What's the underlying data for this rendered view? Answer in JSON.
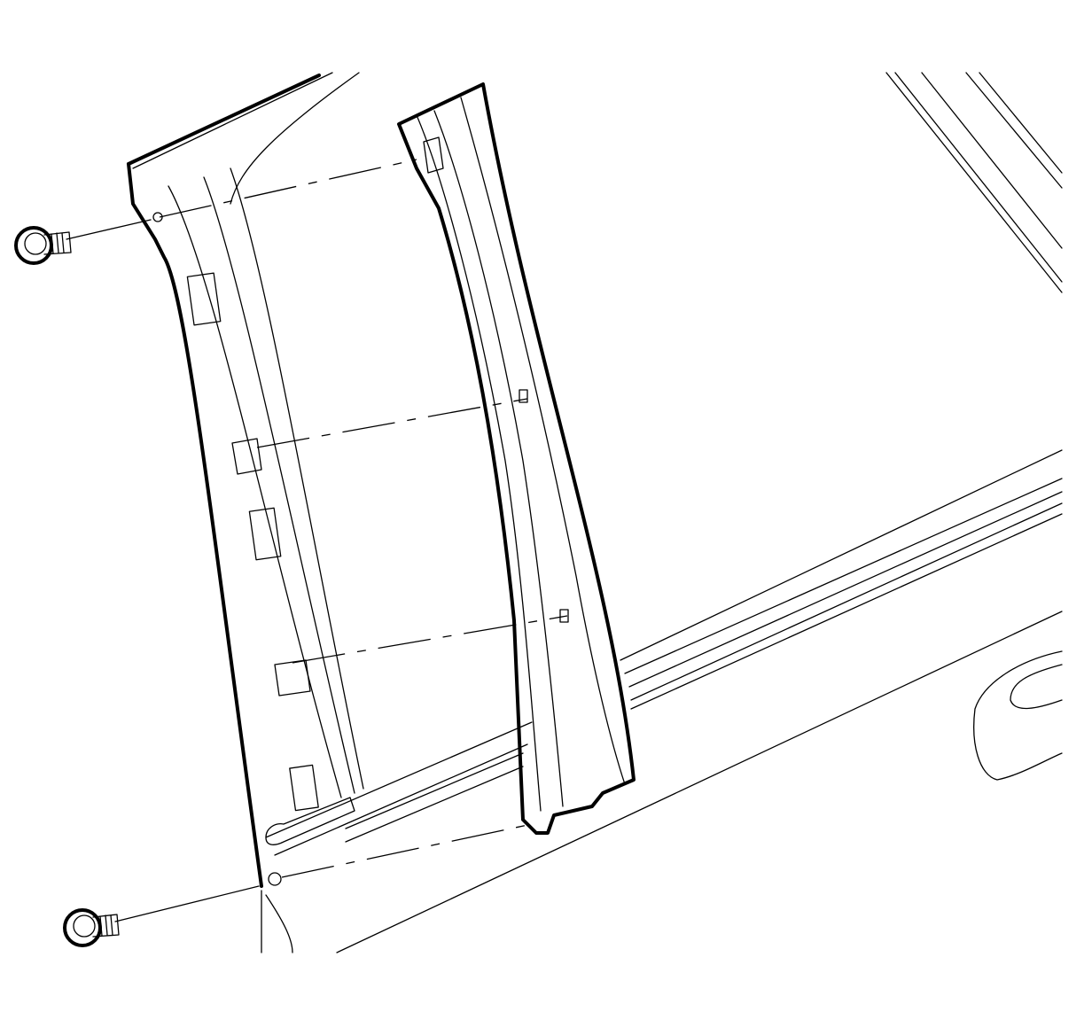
{
  "diagram": {
    "colors": {
      "line": "#000000",
      "background": "#ffffff"
    },
    "parts": [
      "pillar-panel",
      "pillar-applique-molding",
      "upper-bolt",
      "lower-bolt",
      "door-belt-molding",
      "door-handle",
      "window-frame"
    ]
  }
}
